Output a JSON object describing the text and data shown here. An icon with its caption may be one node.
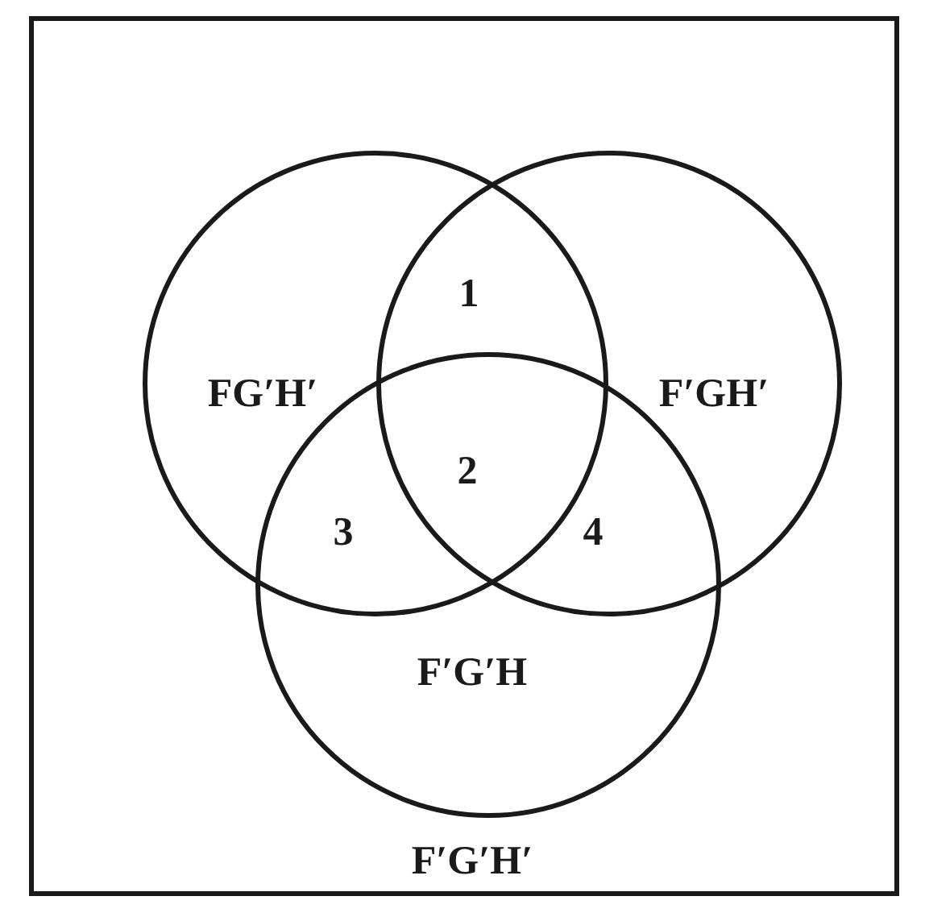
{
  "diagram": {
    "nodes": [
      {
        "text": [
          "F′G′H′"
        ]
      },
      {
        "text": [
          "FG′H′"
        ],
        "in": 0
      },
      {
        "text": [
          "F′GH′"
        ],
        "in": 0
      },
      {
        "text": [
          "F′G′H"
        ],
        "in": 0
      }
    ],
    "labels": [
      "1",
      "2",
      "3",
      "4"
    ]
  }
}
